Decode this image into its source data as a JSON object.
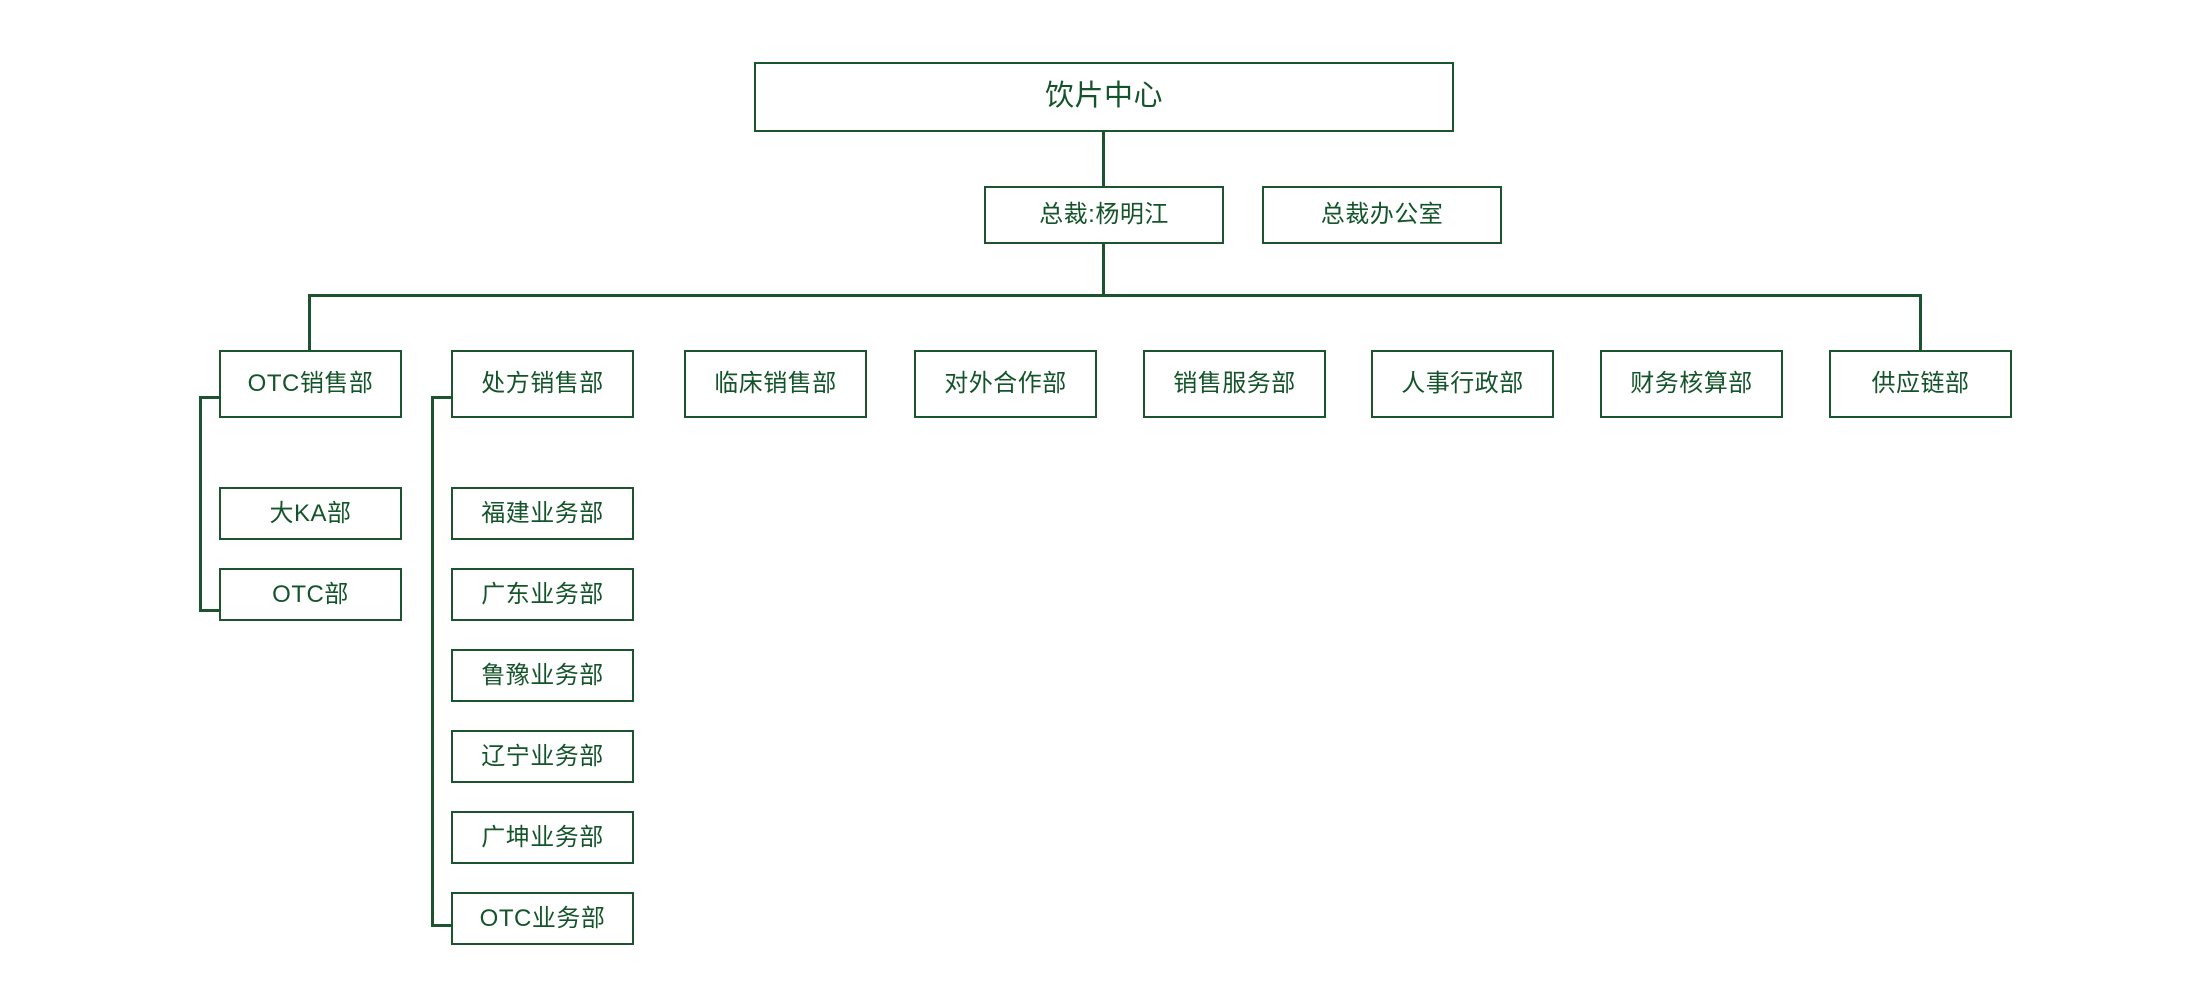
{
  "diagram": {
    "title_node": {
      "label": "饮片中心"
    },
    "executive_row": [
      {
        "id": "president",
        "label": "总裁:杨明江"
      },
      {
        "id": "president-office",
        "label": "总裁办公室"
      }
    ],
    "departments": [
      {
        "id": "otc-sales",
        "label": "OTC销售部",
        "children": [
          {
            "id": "big-ka",
            "label": "大KA部"
          },
          {
            "id": "otc-dept",
            "label": "OTC部"
          }
        ]
      },
      {
        "id": "rx-sales",
        "label": "处方销售部",
        "children": [
          {
            "id": "fujian",
            "label": "福建业务部"
          },
          {
            "id": "guangdong",
            "label": "广东业务部"
          },
          {
            "id": "luyu",
            "label": "鲁豫业务部"
          },
          {
            "id": "liaoning",
            "label": "辽宁业务部"
          },
          {
            "id": "guangkun",
            "label": "广坤业务部"
          },
          {
            "id": "otc-biz",
            "label": "OTC业务部"
          }
        ]
      },
      {
        "id": "clinical-sales",
        "label": "临床销售部",
        "children": []
      },
      {
        "id": "external-coop",
        "label": "对外合作部",
        "children": []
      },
      {
        "id": "sales-service",
        "label": "销售服务部",
        "children": []
      },
      {
        "id": "hr-admin",
        "label": "人事行政部",
        "children": []
      },
      {
        "id": "finance",
        "label": "财务核算部",
        "children": []
      },
      {
        "id": "supply-chain",
        "label": "供应链部",
        "children": []
      }
    ],
    "colors": {
      "border": "#1c5430",
      "text": "#14542a",
      "background": "#ffffff"
    }
  }
}
